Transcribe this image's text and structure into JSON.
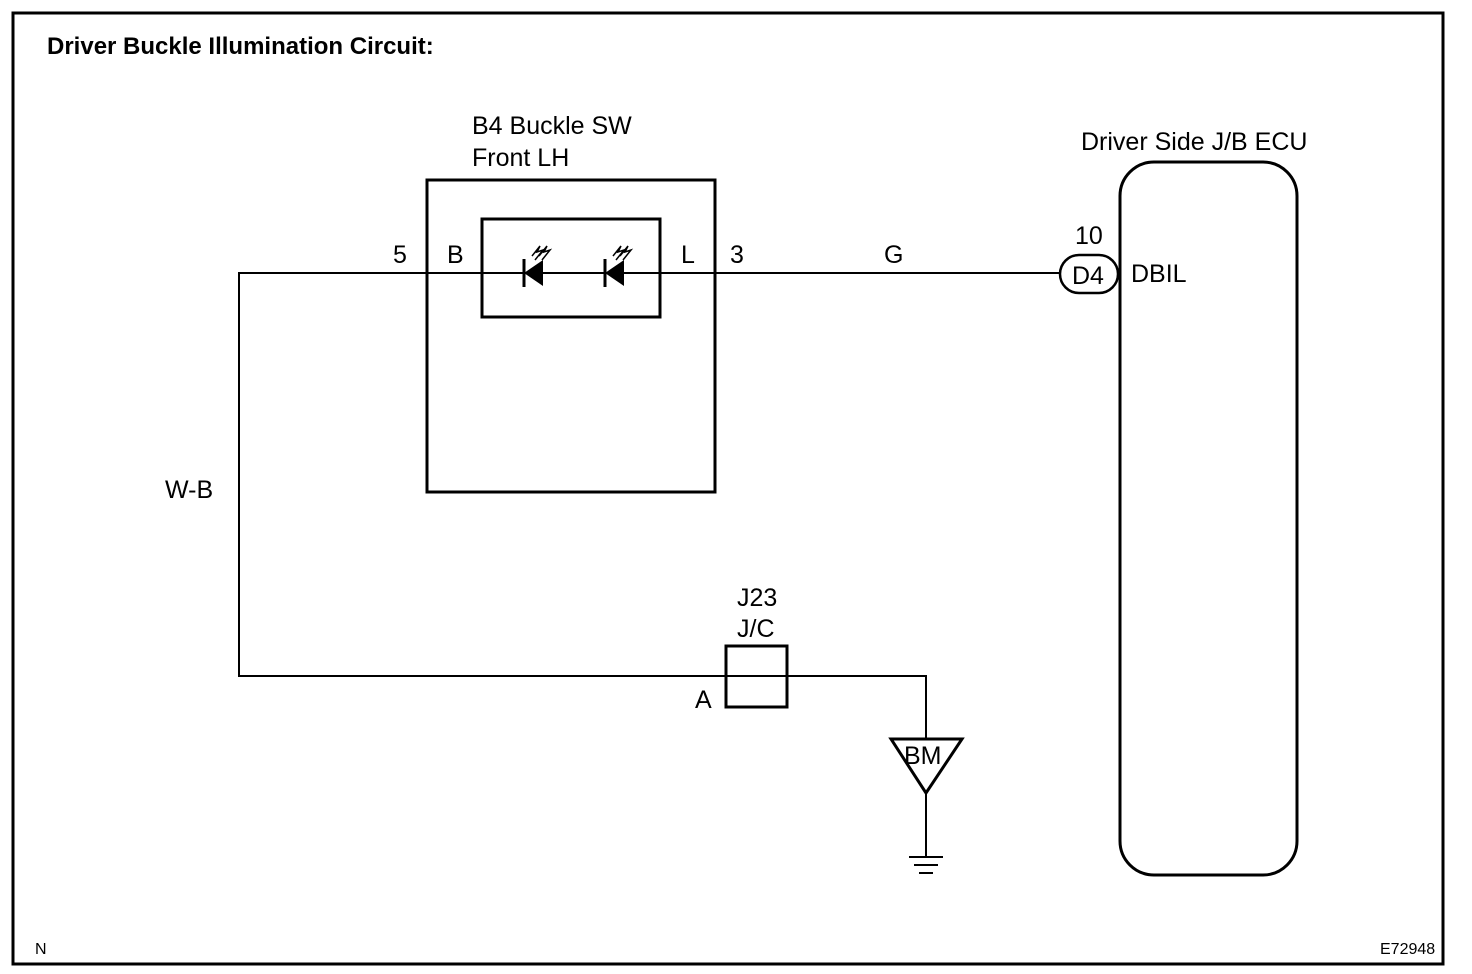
{
  "title": "Driver Buckle Illumination Circuit:",
  "buckle_switch": {
    "name_line1": "B4 Buckle SW",
    "name_line2": "Front LH",
    "pin_left": "5",
    "pin_left_label": "B",
    "pin_right": "3",
    "pin_right_label": "L"
  },
  "ecu": {
    "name": "Driver Side J/B ECU",
    "pin": "10",
    "connector": "D4",
    "terminal": "DBIL"
  },
  "wires": {
    "switch_to_ecu": "G",
    "ground_wire": "W-B"
  },
  "junction": {
    "name_line1": "J23",
    "name_line2": "J/C",
    "terminal": "A"
  },
  "ground_point": "BM",
  "corner_left": "N",
  "figure_code": "E72948"
}
